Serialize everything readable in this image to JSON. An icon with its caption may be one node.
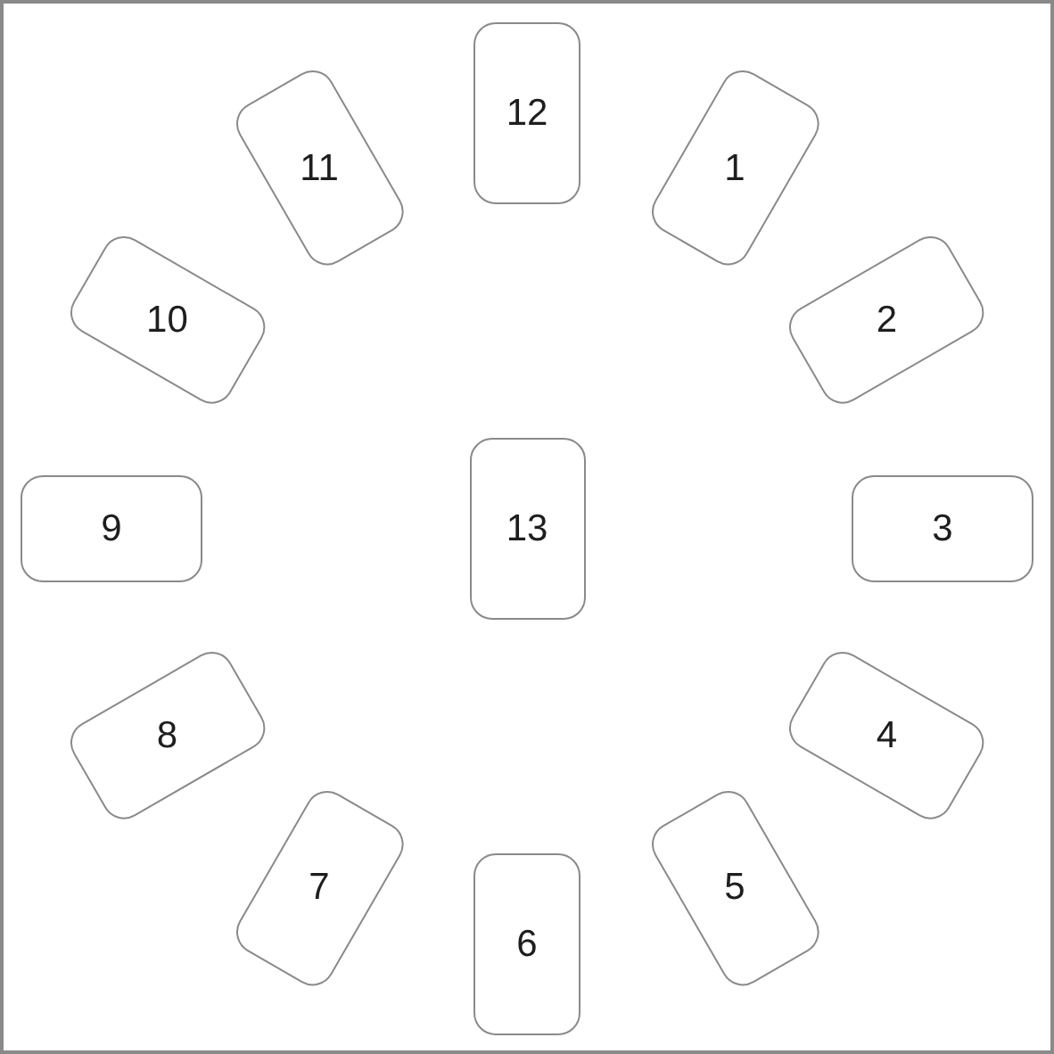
{
  "diagram": {
    "nodes": [
      {
        "text": [
          "1"
        ]
      },
      {
        "text": [
          "2"
        ]
      },
      {
        "text": [
          "3"
        ]
      },
      {
        "text": [
          "4"
        ]
      },
      {
        "text": [
          "5"
        ]
      },
      {
        "text": [
          "6"
        ]
      },
      {
        "text": [
          "7"
        ]
      },
      {
        "text": [
          "8"
        ]
      },
      {
        "text": [
          "9"
        ]
      },
      {
        "text": [
          "10"
        ]
      },
      {
        "text": [
          "11"
        ]
      },
      {
        "text": [
          "12"
        ]
      },
      {
        "text": [
          "13"
        ]
      }
    ]
  }
}
